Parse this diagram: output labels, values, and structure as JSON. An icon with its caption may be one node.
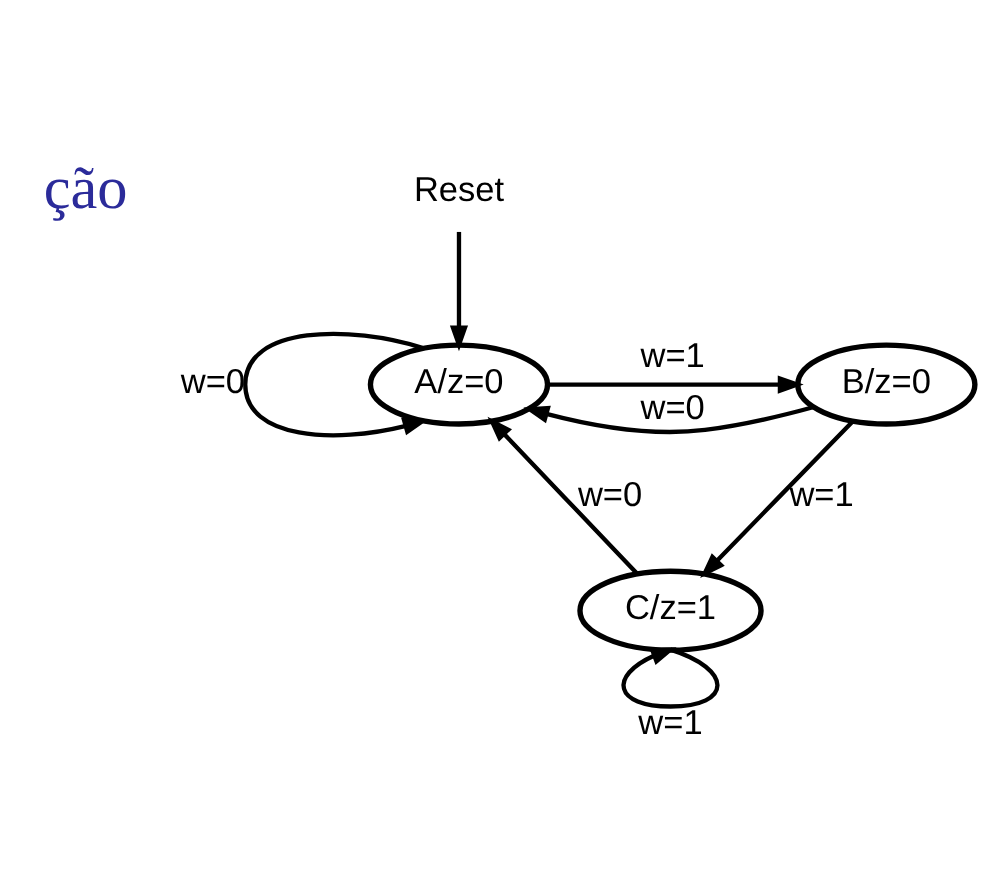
{
  "diagram": {
    "nodes": [
      {
        "text": [
          "Reset"
        ]
      },
      {
        "text": [
          "A/z=0"
        ]
      },
      {
        "text": [
          "B/z=0"
        ]
      },
      {
        "text": [
          "C/z=1"
        ]
      }
    ],
    "edges": [
      {
        "from": 0,
        "to": 1,
        "arrow": "to"
      },
      {
        "from": 1,
        "to": 1,
        "arrow": "to",
        "label": "w=0"
      },
      {
        "from": 1,
        "to": 2,
        "arrow": "to",
        "label": "w=1"
      },
      {
        "from": 2,
        "to": 1,
        "arrow": "to",
        "label": "w=0"
      },
      {
        "from": 2,
        "to": 3,
        "arrow": "to",
        "label": "w=1"
      },
      {
        "from": 3,
        "to": 1,
        "arrow": "to",
        "label": "w=0"
      },
      {
        "from": 3,
        "to": 3,
        "arrow": "to",
        "label": "w=1"
      }
    ],
    "labels": [
      "ção"
    ]
  }
}
